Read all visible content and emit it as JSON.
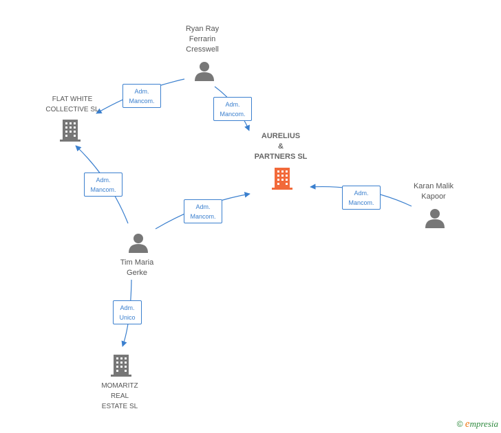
{
  "nodes": {
    "ryan": {
      "label_lines": [
        "Ryan Ray",
        "Ferrarin",
        "Cresswell"
      ],
      "icon": "person-icon",
      "color": "#777777"
    },
    "flat_white": {
      "label_lines": [
        "FLAT WHITE",
        "COLLECTIVE  SL"
      ],
      "icon": "building-icon",
      "color": "#777777"
    },
    "aurelius": {
      "label_lines": [
        "AURELIUS",
        "&",
        "PARTNERS  SL"
      ],
      "icon": "building-icon",
      "color": "#f26a3a"
    },
    "karan": {
      "label_lines": [
        "Karan Malik",
        "Kapoor"
      ],
      "icon": "person-icon",
      "color": "#777777"
    },
    "tim": {
      "label_lines": [
        "Tim Maria",
        "Gerke"
      ],
      "icon": "person-icon",
      "color": "#777777"
    },
    "momaritz": {
      "label_lines": [
        "MOMARITZ",
        "REAL",
        "ESTATE  SL"
      ],
      "icon": "building-icon",
      "color": "#777777"
    }
  },
  "relations": [
    {
      "id": "ryan-flat",
      "lines": [
        "Adm.",
        "Mancom."
      ]
    },
    {
      "id": "ryan-aurelius",
      "lines": [
        "Adm.",
        "Mancom."
      ]
    },
    {
      "id": "tim-flat",
      "lines": [
        "Adm.",
        "Mancom."
      ]
    },
    {
      "id": "tim-aurelius",
      "lines": [
        "Adm.",
        "Mancom."
      ]
    },
    {
      "id": "karan-aurelius",
      "lines": [
        "Adm.",
        "Mancom."
      ]
    },
    {
      "id": "tim-momaritz",
      "lines": [
        "Adm.",
        "Unico"
      ]
    }
  ],
  "colors": {
    "edge": "#3a7fce",
    "person": "#777777",
    "company": "#777777",
    "highlight": "#f26a3a"
  },
  "footer": {
    "copyright": "©",
    "brand_initial": "e",
    "brand_rest": "mpresia"
  }
}
